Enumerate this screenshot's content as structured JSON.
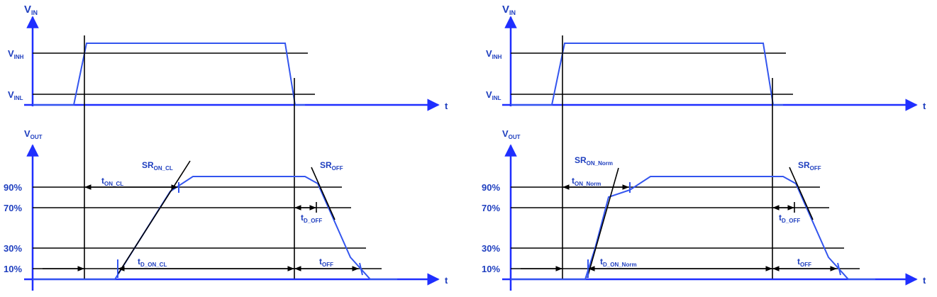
{
  "diagrams": [
    {
      "vin_label": "V",
      "vin_sub": "IN",
      "vinh_label": "V",
      "vinh_sub": "INH",
      "vinl_label": "V",
      "vinl_sub": "INL",
      "vout_label": "V",
      "vout_sub": "OUT",
      "t_axis_top": "t",
      "t_axis_bottom": "t",
      "pct_90": "90%",
      "pct_70": "70%",
      "pct_30": "30%",
      "pct_10": "10%",
      "ton_label": "t",
      "ton_sub": "ON_CL",
      "sr_on_label": "SR",
      "sr_on_sub": "ON_CL",
      "sr_off_label": "SR",
      "sr_off_sub": "OFF",
      "tdoff_label": "t",
      "tdoff_sub": "D_OFF",
      "tdon_label": "t",
      "tdon_sub": "D_ON_CL",
      "toff_label": "t",
      "toff_sub": "OFF"
    },
    {
      "vin_label": "V",
      "vin_sub": "IN",
      "vinh_label": "V",
      "vinh_sub": "INH",
      "vinl_label": "V",
      "vinl_sub": "INL",
      "vout_label": "V",
      "vout_sub": "OUT",
      "t_axis_top": "t",
      "t_axis_bottom": "t",
      "pct_90": "90%",
      "pct_70": "70%",
      "pct_30": "30%",
      "pct_10": "10%",
      "ton_label": "t",
      "ton_sub": "ON_Norm",
      "sr_on_label": "SR",
      "sr_on_sub": "ON_Norm",
      "sr_off_label": "SR",
      "sr_off_sub": "OFF",
      "tdoff_label": "t",
      "tdoff_sub": "D_OFF",
      "tdon_label": "t",
      "tdon_sub": "D_ON_Norm",
      "toff_label": "t",
      "toff_sub": "OFF"
    }
  ],
  "colors": {
    "axis": "#1f2fff",
    "signal": "#3355ee",
    "text": "#1f3fbf",
    "reference": "#000000"
  }
}
